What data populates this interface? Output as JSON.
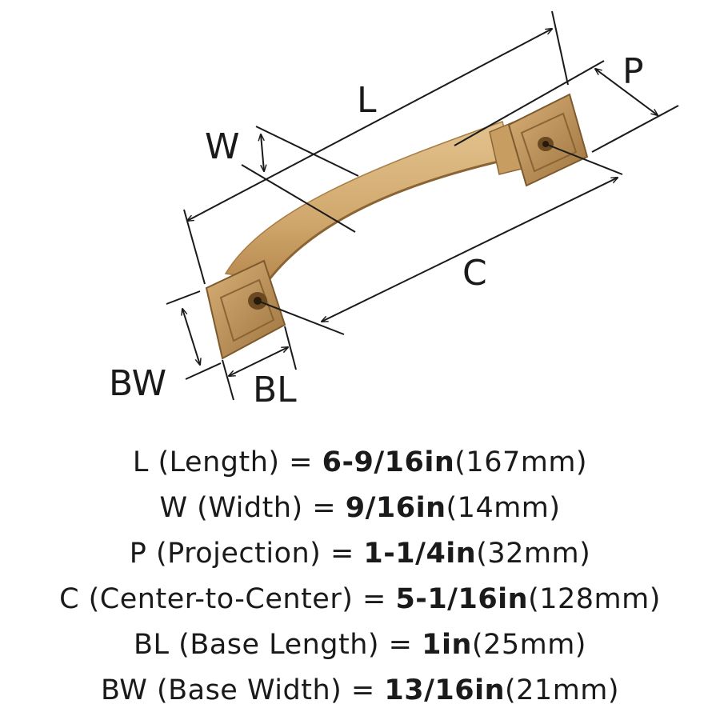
{
  "diagram": {
    "labels": {
      "L": "L",
      "W": "W",
      "P": "P",
      "C": "C",
      "BL": "BL",
      "BW": "BW"
    },
    "colors": {
      "brass_light": "#d9b47c",
      "brass_mid": "#c49a5e",
      "brass_dark": "#8a6434",
      "line": "#1a1a1a"
    },
    "icons": [
      "cabinet-pull-handle-illustration"
    ]
  },
  "specs": [
    {
      "abbr": "L",
      "name": " (Length) = ",
      "value": "6-9/16in",
      "metric": "(167mm)"
    },
    {
      "abbr": "W",
      "name": " (Width) = ",
      "value": "9/16in",
      "metric": "(14mm)"
    },
    {
      "abbr": "P",
      "name": " (Projection) = ",
      "value": "1-1/4in",
      "metric": "(32mm)"
    },
    {
      "abbr": "C",
      "name": " (Center-to-Center) = ",
      "value": "5-1/16in",
      "metric": "(128mm)"
    },
    {
      "abbr": "BL",
      "name": " (Base Length) = ",
      "value": "1in",
      "metric": "(25mm)"
    },
    {
      "abbr": "BW",
      "name": " (Base Width) = ",
      "value": "13/16in",
      "metric": "(21mm)"
    }
  ]
}
